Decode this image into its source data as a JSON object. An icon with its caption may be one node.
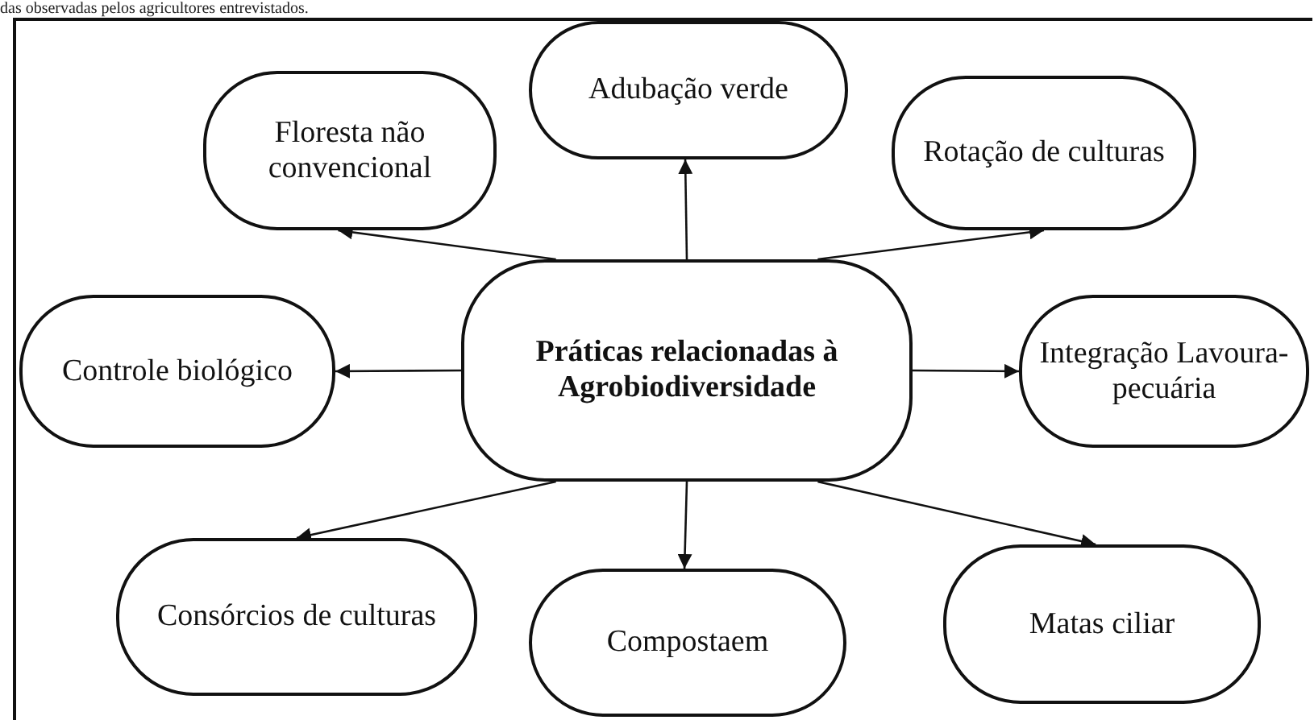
{
  "diagram": {
    "nodes": [
      {
        "text": [
          "Práticas relacionadas à Agrobiodiversidade"
        ]
      },
      {
        "text": [
          "Floresta não convencional"
        ]
      },
      {
        "text": [
          "Adubação verde"
        ]
      },
      {
        "text": [
          "Rotação de culturas"
        ]
      },
      {
        "text": [
          "Controle biológico"
        ]
      },
      {
        "text": [
          "Integração Lavoura-pecuária"
        ]
      },
      {
        "text": [
          "Consórcios de culturas"
        ]
      },
      {
        "text": [
          "Compostaem"
        ]
      },
      {
        "text": [
          "Matas ciliar"
        ]
      }
    ],
    "edges": [
      {
        "from": 0,
        "to": 1,
        "arrow": "to"
      },
      {
        "from": 0,
        "to": 2,
        "arrow": "to"
      },
      {
        "from": 0,
        "to": 3,
        "arrow": "to"
      },
      {
        "from": 0,
        "to": 4,
        "arrow": "to"
      },
      {
        "from": 0,
        "to": 5,
        "arrow": "to"
      },
      {
        "from": 0,
        "to": 6,
        "arrow": "to"
      },
      {
        "from": 0,
        "to": 7,
        "arrow": "to"
      },
      {
        "from": 0,
        "to": 8,
        "arrow": "to"
      }
    ],
    "labels": [
      "das observadas pelos agricultores entrevistados."
    ]
  }
}
